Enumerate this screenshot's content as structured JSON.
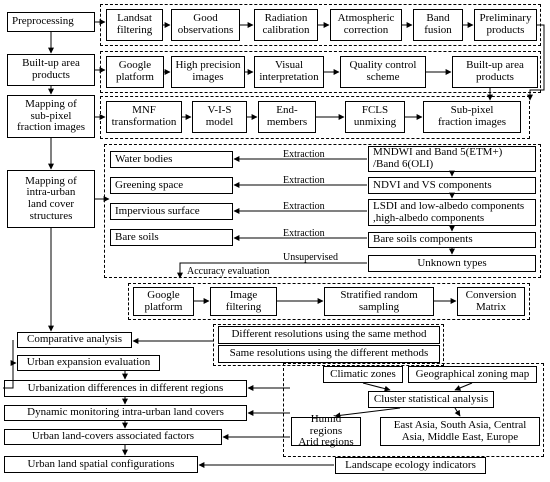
{
  "phases": {
    "preprocessing": "Preprocessing",
    "built_up_area_products": "Built-up area\nproducts",
    "mapping_subpixel": "Mapping of\nsub-pixel\nfraction images",
    "mapping_intra_urban": "Mapping of\nintra-urban\nland cover\nstructures"
  },
  "preprocessing_steps": [
    "Landsat\nfiltering",
    "Good\nobservations",
    "Radiation\ncalibration",
    "Atmospheric\ncorrection",
    "Band\nfusion",
    "Preliminary\nproducts"
  ],
  "built_up_steps": [
    "Google\nplatform",
    "High precision\nimages",
    "Visual\ninterpretation",
    "Quality control\nscheme",
    "Built-up area\nproducts"
  ],
  "subpixel_steps": [
    "MNF\ntransformation",
    "V-I-S\nmodel",
    "End-\nmembers",
    "FCLS\nunmixing",
    "Sub-pixel\nfraction images"
  ],
  "land_cover_classes": [
    "Water bodies",
    "Greening space",
    "Impervious surface",
    "Bare soils"
  ],
  "components": [
    "MNDWI and Band 5(ETM+)\n/Band 6(OLI)",
    "NDVI and VS components",
    "LSDI and low-albedo components\n,high-albedo components",
    "Bare soils components",
    "Unknown types"
  ],
  "extraction_label": "Extraction",
  "unsupervised_label": "Unsupervised",
  "accuracy_label": "Accuracy evaluation",
  "accuracy_steps": [
    "Google\nplatform",
    "Image\nfiltering",
    "Stratified random\nsampling",
    "Conversion\nMatrix"
  ],
  "analyses": {
    "comparative": "Comparative analysis",
    "expansion": "Urban expansion  evaluation",
    "urbanization": "Urbanization differences in different regions",
    "dynamic": "Dynamic monitoring intra-urban land covers",
    "factors": "Urban land-covers  associated  factors",
    "spatial": "Urban land spatial configurations"
  },
  "methods": [
    "Different resolutions using the same method",
    "Same resolutions using the different methods"
  ],
  "regional": {
    "climatic": "Climatic zones",
    "geographical": "Geographical zoning map",
    "cluster": "Cluster statistical analysis",
    "humid_arid": "Humid regions\nArid regions",
    "continents": "East Asia, South Asia, Central\nAsia, Middle East, Europe",
    "landscape": "Landscape ecology indicators"
  }
}
